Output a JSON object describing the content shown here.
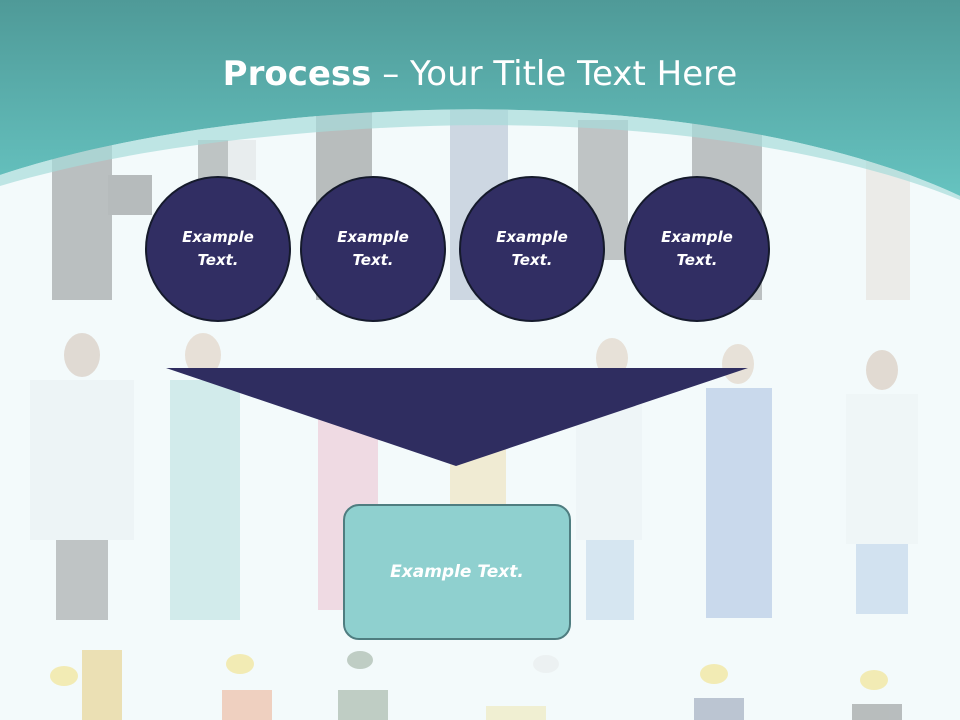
{
  "slide": {
    "title_bold": "Process",
    "title_dash": " – ",
    "title_rest": "Your Title Text Here"
  },
  "circles": [
    {
      "label": "Example Text."
    },
    {
      "label": "Example Text."
    },
    {
      "label": "Example Text."
    },
    {
      "label": "Example Text."
    }
  ],
  "result_box": {
    "label": "Example Text."
  },
  "colors": {
    "header_teal": "#5bb9b7",
    "circle_fill": "#312e63",
    "funnel_fill": "#2f2d60",
    "box_fill": "#8fd0cf",
    "background": "#f3fafb"
  }
}
